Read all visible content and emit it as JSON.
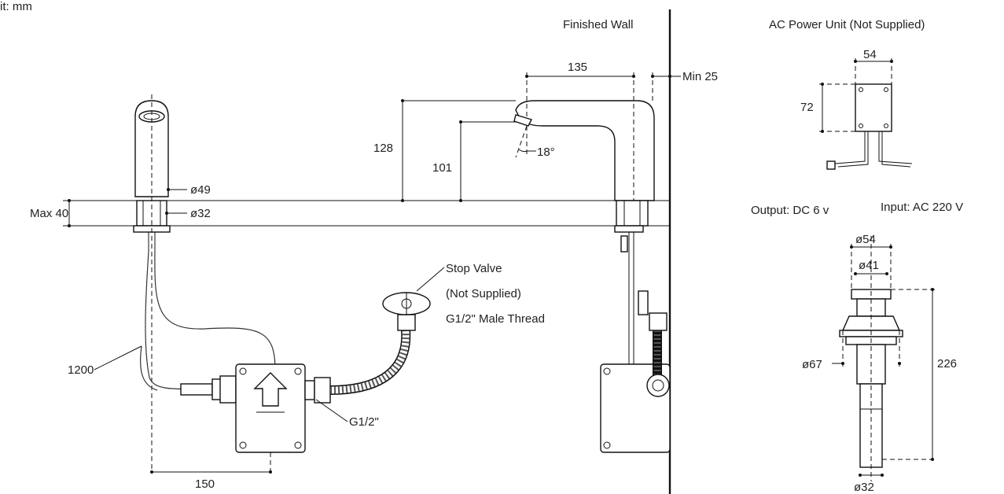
{
  "unit_label": "it: mm",
  "labels": {
    "finished_wall": "Finished Wall",
    "ac_unit_title": "AC Power Unit (Not Supplied)",
    "output": "Output: DC 6 v",
    "input": "Input: AC 220 V",
    "stop_valve_1": "Stop Valve",
    "stop_valve_2": "(Not Supplied)",
    "stop_valve_3": "G1/2\" Male Thread",
    "g12": "G1/2\""
  },
  "dimensions": {
    "max40": "Max 40",
    "d49": "ø49",
    "d32_top": "ø32",
    "d1200": "1200",
    "d150": "150",
    "d135": "135",
    "min25": "Min 25",
    "d128": "128",
    "d101": "101",
    "angle18": "18°",
    "d54_unit": "54",
    "d72": "72",
    "d54_drain": "ø54",
    "d41": "ø41",
    "d67": "ø67",
    "d226": "226",
    "d32_drain": "ø32"
  }
}
